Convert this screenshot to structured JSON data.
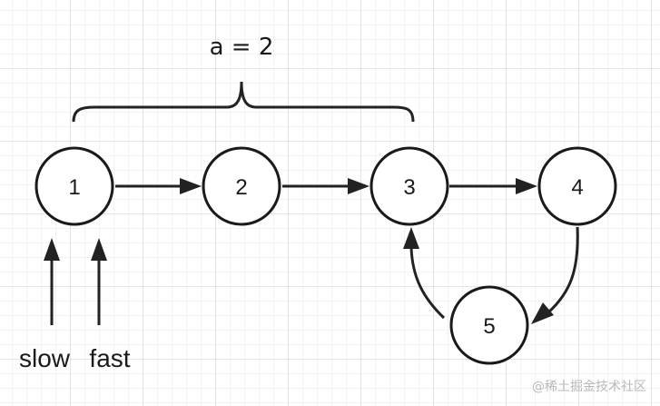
{
  "diagram": {
    "span_label": "a = 2",
    "nodes": [
      {
        "id": "1",
        "label": "1"
      },
      {
        "id": "2",
        "label": "2"
      },
      {
        "id": "3",
        "label": "3"
      },
      {
        "id": "4",
        "label": "4"
      },
      {
        "id": "5",
        "label": "5"
      }
    ],
    "edges": [
      {
        "from": "1",
        "to": "2"
      },
      {
        "from": "2",
        "to": "3"
      },
      {
        "from": "3",
        "to": "4"
      },
      {
        "from": "4",
        "to": "5"
      },
      {
        "from": "5",
        "to": "3"
      }
    ],
    "pointers": {
      "slow_label": "slow",
      "fast_label": "fast"
    },
    "watermark": "@稀土掘金技术社区"
  }
}
